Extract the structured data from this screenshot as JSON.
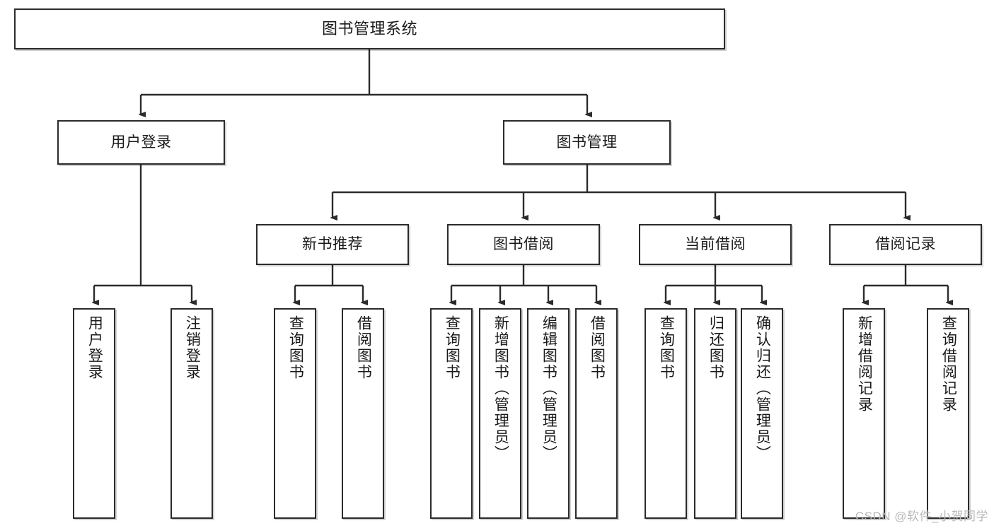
{
  "diagram": {
    "title": "图书管理系统",
    "type": "tree",
    "watermark": "CSDN @软件_小贺同学",
    "colors": {
      "box_border": "#2b2b2b",
      "box_fill": "#ffffff",
      "line": "#2b2b2b",
      "text": "#1a1a1a",
      "watermark": "#b9b9b9"
    },
    "nodes": {
      "root": {
        "label": "图书管理系统"
      },
      "level2": [
        {
          "id": "user-login",
          "label": "用户登录"
        },
        {
          "id": "book-manage",
          "label": "图书管理"
        }
      ],
      "level3": [
        {
          "id": "new-book-rec",
          "label": "新书推荐"
        },
        {
          "id": "book-borrow",
          "label": "图书借阅"
        },
        {
          "id": "current-borrow",
          "label": "当前借阅"
        },
        {
          "id": "borrow-record",
          "label": "借阅记录"
        }
      ],
      "leaves": {
        "user-login": [
          {
            "id": "leaf-user-login",
            "label": "用户登录"
          },
          {
            "id": "leaf-logout",
            "label": "注销登录"
          }
        ],
        "new-book-rec": [
          {
            "id": "leaf-query-book-1",
            "label": "查询图书"
          },
          {
            "id": "leaf-borrow-book-1",
            "label": "借阅图书"
          }
        ],
        "book-borrow": [
          {
            "id": "leaf-query-book-2",
            "label": "查询图书"
          },
          {
            "id": "leaf-add-book",
            "label": "新增图书（管理员）"
          },
          {
            "id": "leaf-edit-book",
            "label": "编辑图书（管理员）"
          },
          {
            "id": "leaf-borrow-book-2",
            "label": "借阅图书"
          }
        ],
        "current-borrow": [
          {
            "id": "leaf-query-book-3",
            "label": "查询图书"
          },
          {
            "id": "leaf-return-book",
            "label": "归还图书"
          },
          {
            "id": "leaf-confirm-return",
            "label": "确认归还（管理员）"
          }
        ],
        "borrow-record": [
          {
            "id": "leaf-add-record",
            "label": "新增借阅记录"
          },
          {
            "id": "leaf-query-record",
            "label": "查询借阅记录"
          }
        ]
      }
    }
  }
}
